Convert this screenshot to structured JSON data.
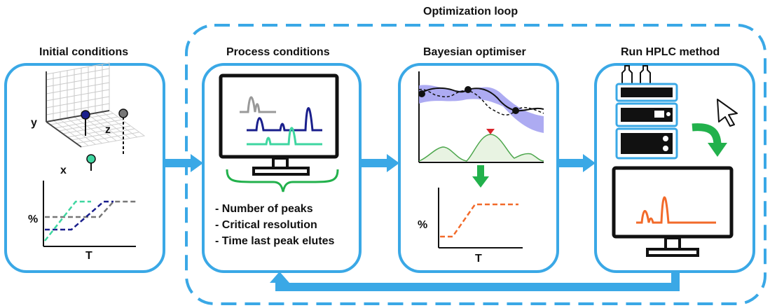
{
  "loop_label": "Optimization loop",
  "stages": [
    {
      "title": "Initial conditions",
      "axes_3d": {
        "x": "x",
        "y": "y",
        "z": "z"
      },
      "axes_2d": {
        "y": "%",
        "x": "T"
      }
    },
    {
      "title": "Process conditions",
      "bullets": [
        "- Number of peaks",
        "- Critical resolution",
        "- Time last peak elutes"
      ]
    },
    {
      "title": "Bayesian optimiser",
      "axes_2d": {
        "y": "%",
        "x": "T"
      }
    },
    {
      "title": "Run HPLC method"
    }
  ],
  "colors": {
    "accent": "#3aa8e6",
    "navy": "#1a1f8c",
    "teal": "#3ed6a0",
    "gray": "#777777",
    "green": "#22b14c",
    "orange": "#f26a2a",
    "purple_band": "#9f9cf0"
  },
  "icons": [
    "monitor-icon",
    "hplc-instrument-icon",
    "cursor-arrow-icon",
    "down-arrow-icon",
    "curved-arrow-icon",
    "brace-icon"
  ]
}
